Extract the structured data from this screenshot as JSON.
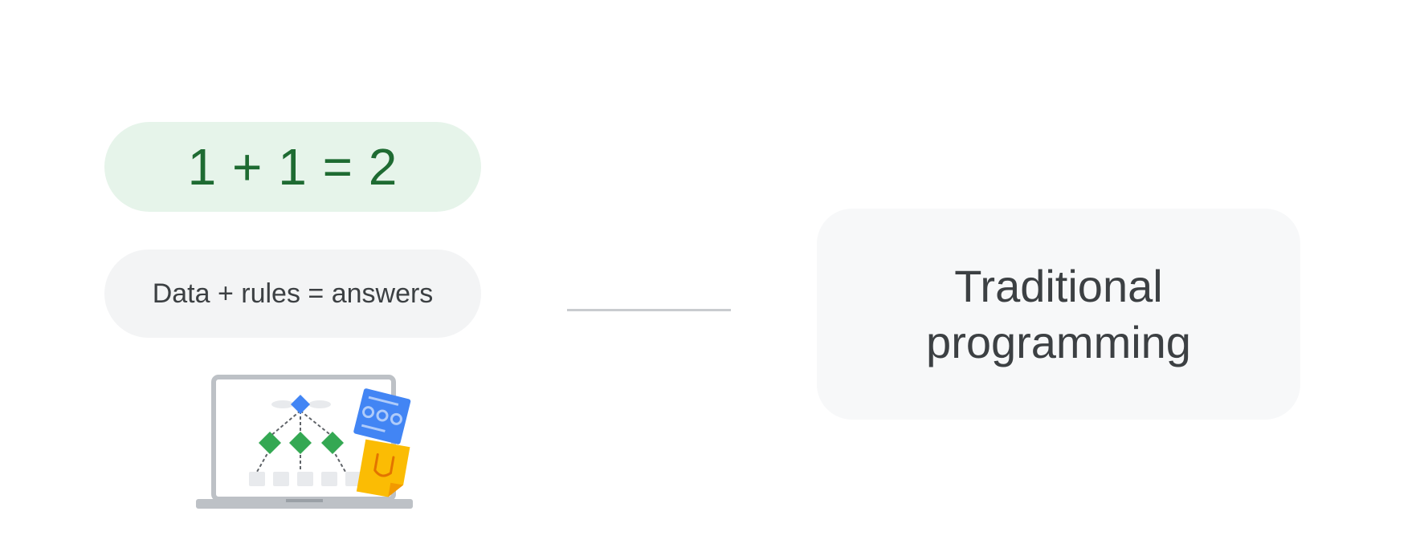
{
  "equation": "1 + 1 = 2",
  "rule": "Data + rules = answers",
  "concept_label": "Traditional\nprogramming",
  "illustration": {
    "icon": "laptop-decision-tree-icon",
    "colors": {
      "green": "#34a853",
      "blue": "#4285f4",
      "yellow": "#fbbc04",
      "laptop": "#bdc1c6"
    }
  },
  "colors": {
    "equation_bg": "#e6f4ea",
    "equation_text": "#1e6b32",
    "rule_bg": "#f3f4f5",
    "label_bg": "#f7f8f9",
    "text": "#3c4043",
    "connector": "#c9cccf"
  }
}
